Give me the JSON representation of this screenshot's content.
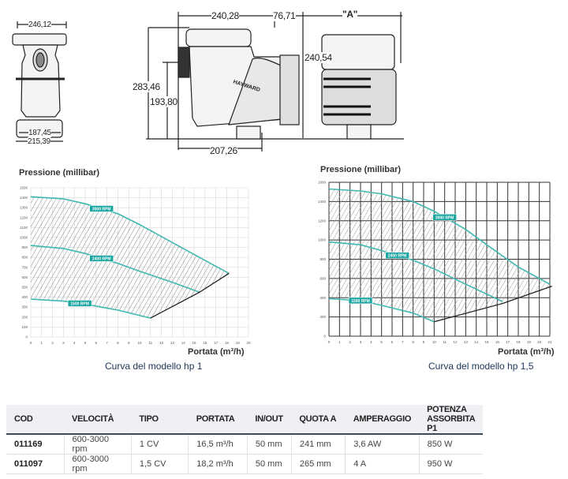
{
  "drawing": {
    "front_width_top": "246,12",
    "front_base_inner": "187,45",
    "front_base_outer": "215,39",
    "side_length_1": "240,28",
    "side_length_2": "76,71",
    "side_length_a": "\"A\"",
    "side_height_total": "283,46",
    "side_height_axis": "193,80",
    "side_motor_height": "240,54",
    "side_base": "207,26",
    "brand": "HAYWARD"
  },
  "charts_caption": [
    "Curva del modello hp 1",
    "Curva del modello hp 1,5"
  ],
  "chart_data": [
    {
      "type": "line",
      "title": "Curva del modello hp 1",
      "ylabel": "Pressione (millibar)",
      "xlabel": "Portata (m³/h)",
      "xlim": [
        0,
        20
      ],
      "ylim": [
        0,
        1500
      ],
      "xticks": [
        0,
        1,
        2,
        3,
        4,
        5,
        6,
        7,
        8,
        9,
        10,
        11,
        12,
        13,
        14,
        15,
        16,
        17,
        18,
        19,
        20
      ],
      "yticks": [
        0,
        100,
        200,
        300,
        400,
        500,
        600,
        700,
        800,
        900,
        1000,
        1100,
        1200,
        1300,
        1400,
        1500
      ],
      "grid": true,
      "series": [
        {
          "name": "3000 RPM",
          "label_at": 6.5,
          "points": [
            [
              0,
              1410
            ],
            [
              3,
              1390
            ],
            [
              5,
              1340
            ],
            [
              8,
              1240
            ],
            [
              10,
              1130
            ],
            [
              13,
              950
            ],
            [
              15,
              830
            ],
            [
              18.2,
              640
            ]
          ]
        },
        {
          "name": "2400 RPM",
          "label_at": 6.5,
          "points": [
            [
              0,
              920
            ],
            [
              3,
              890
            ],
            [
              5,
              840
            ],
            [
              8,
              740
            ],
            [
              10,
              660
            ],
            [
              13,
              550
            ],
            [
              15.5,
              450
            ]
          ]
        },
        {
          "name": "1500 RPM",
          "label_at": 4.5,
          "points": [
            [
              0,
              380
            ],
            [
              3,
              360
            ],
            [
              5,
              330
            ],
            [
              8,
              270
            ],
            [
              11,
              190
            ]
          ]
        }
      ],
      "boundary": [
        [
          11,
          190
        ],
        [
          15.5,
          450
        ],
        [
          18.2,
          640
        ]
      ]
    },
    {
      "type": "line",
      "title": "Curva del modello hp 1,5",
      "ylabel": "Pressione (millibar)",
      "xlabel": "Portata (m³/h)",
      "xlim": [
        0,
        21
      ],
      "ylim": [
        0,
        1600
      ],
      "xticks": [
        0,
        1,
        2,
        3,
        4,
        5,
        6,
        7,
        8,
        9,
        10,
        11,
        12,
        13,
        14,
        15,
        16,
        17,
        18,
        19,
        20,
        21
      ],
      "yticks": [
        0,
        200,
        400,
        600,
        800,
        1000,
        1200,
        1400,
        1600
      ],
      "grid": true,
      "series": [
        {
          "name": "3000 RPM",
          "label_at": 11,
          "points": [
            [
              0,
              1530
            ],
            [
              3,
              1510
            ],
            [
              5,
              1480
            ],
            [
              8,
              1400
            ],
            [
              10,
              1300
            ],
            [
              13,
              1110
            ],
            [
              15,
              950
            ],
            [
              18,
              720
            ],
            [
              21,
              540
            ]
          ]
        },
        {
          "name": "2400 RPM",
          "label_at": 6.5,
          "points": [
            [
              0,
              980
            ],
            [
              3,
              950
            ],
            [
              5,
              890
            ],
            [
              8,
              790
            ],
            [
              10,
              700
            ],
            [
              13,
              540
            ],
            [
              16.5,
              360
            ]
          ]
        },
        {
          "name": "1500 RPM",
          "label_at": 3,
          "points": [
            [
              0,
              390
            ],
            [
              3,
              370
            ],
            [
              5,
              320
            ],
            [
              8,
              240
            ],
            [
              10,
              150
            ]
          ]
        }
      ],
      "boundary": [
        [
          10,
          150
        ],
        [
          16.5,
          340
        ],
        [
          21.2,
          520
        ]
      ]
    }
  ],
  "colors": {
    "curve": "#3fb8b0",
    "label_bg": "#1aa5a0",
    "table_header_bg": "#eef0f3"
  },
  "table": {
    "headers": [
      "COD",
      "VELOCITÀ",
      "TIPO",
      "PORTATA",
      "IN/OUT",
      "QUOTA A",
      "AMPERAGGIO",
      "POTENZA ASSORBITA P1"
    ],
    "rows": [
      [
        "011169",
        "600-3000 rpm",
        "1 CV",
        "16,5 m³/h",
        "50 mm",
        "241 mm",
        "3,6 AW",
        "850 W"
      ],
      [
        "011097",
        "600-3000 rpm",
        "1,5 CV",
        "18,2 m³/h",
        "50 mm",
        "265 mm",
        "4 A",
        "950 W"
      ]
    ]
  }
}
